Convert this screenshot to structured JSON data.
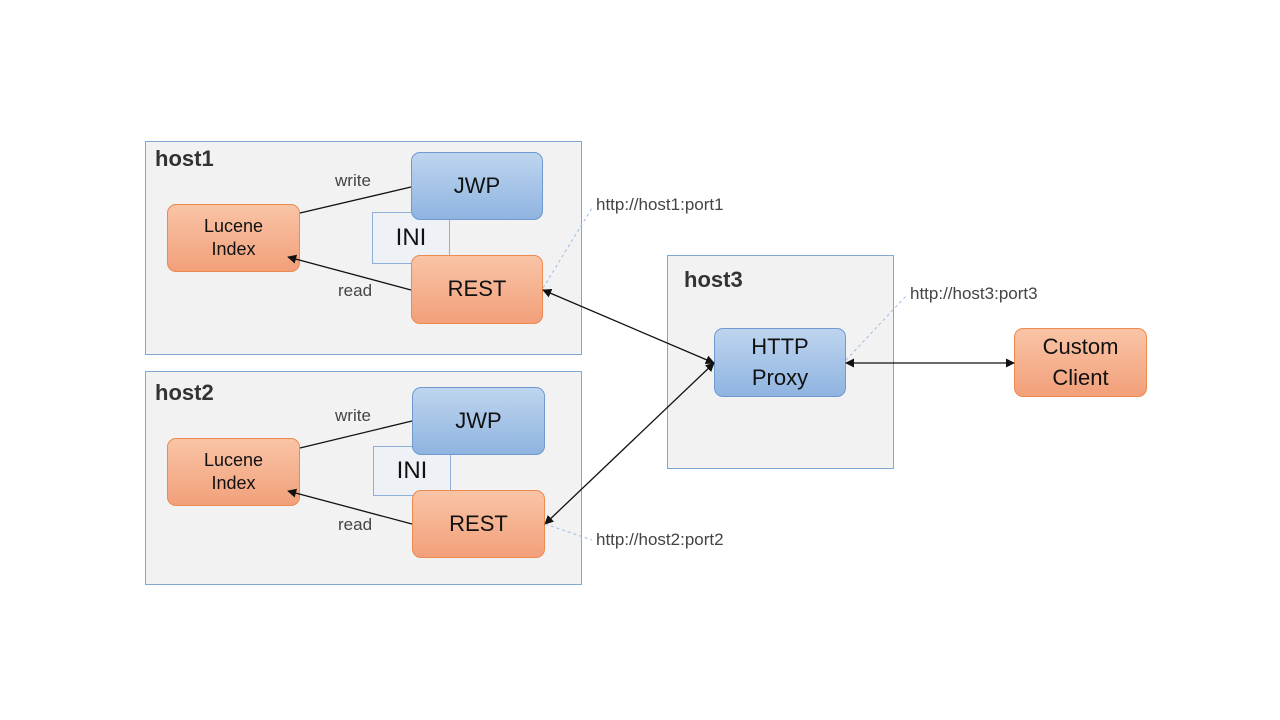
{
  "hosts": {
    "host1": {
      "title": "host1",
      "lucene": "Lucene\nIndex",
      "jwp": "JWP",
      "ini": "INI",
      "rest": "REST",
      "write_label": "write",
      "read_label": "read",
      "url": "http://host1:port1"
    },
    "host2": {
      "title": "host2",
      "lucene": "Lucene\nIndex",
      "jwp": "JWP",
      "ini": "INI",
      "rest": "REST",
      "write_label": "write",
      "read_label": "read",
      "url": "http://host2:port2"
    },
    "host3": {
      "title": "host3",
      "proxy": "HTTP\nProxy",
      "url": "http://host3:port3"
    }
  },
  "client": {
    "label": "Custom\nClient"
  },
  "colors": {
    "orange_fill": "#f4aa85",
    "orange_border": "#ec8a4f",
    "blue_fill": "#a3c2e6",
    "blue_border": "#6f99cf",
    "host_fill": "#f2f2f2",
    "host_border": "#7fa7d1"
  }
}
